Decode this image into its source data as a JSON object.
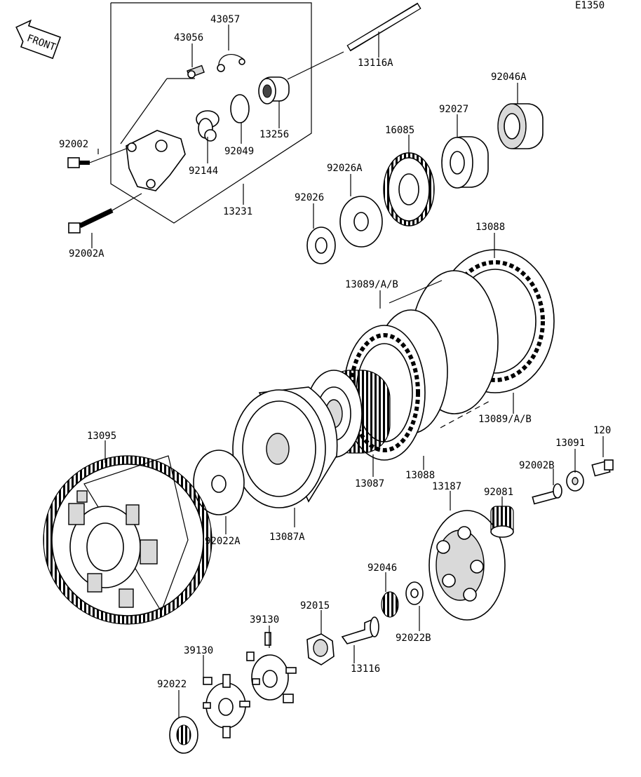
{
  "diagram_code": "E1350",
  "front_label": "FRONT",
  "labels": [
    "43057",
    "43056",
    "13116A",
    "92046A",
    "92027",
    "16085",
    "92002",
    "92144",
    "92049",
    "13256",
    "92026A",
    "92026",
    "13231",
    "92002A",
    "13088",
    "13089/A/B",
    "13089/A/B",
    "13095",
    "13091",
    "120",
    "92002B",
    "13087",
    "13088",
    "13187",
    "92081",
    "92022A",
    "13087A",
    "92046",
    "92015",
    "39130",
    "92022B",
    "13116",
    "39130",
    "92022"
  ]
}
